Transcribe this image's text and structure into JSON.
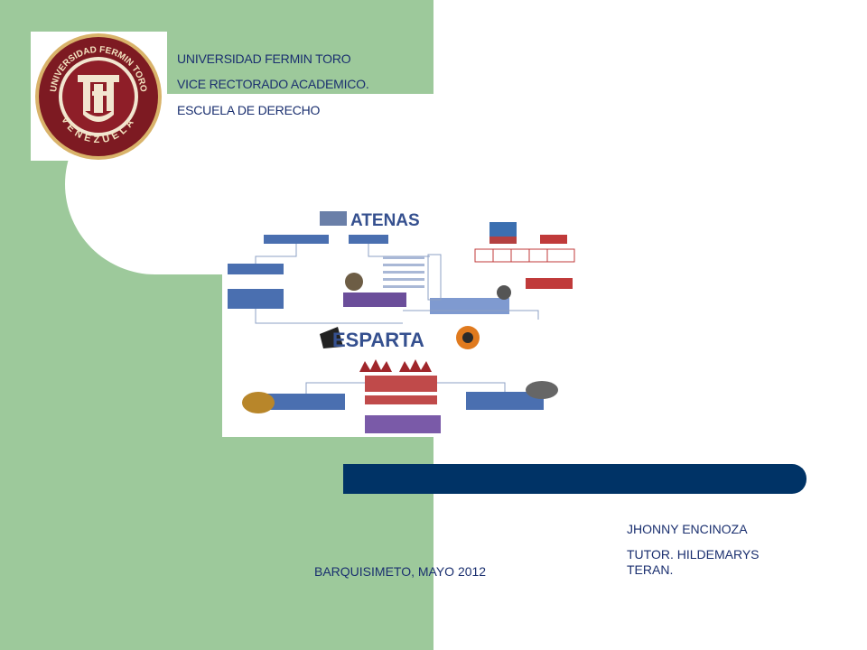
{
  "header": {
    "line1": "UNIVERSIDAD FERMIN TORO",
    "line2": "VICE RECTORADO ACADEMICO.",
    "line3": "ESCUELA DE DERECHO"
  },
  "logo": {
    "arc_text": "UNIVERSIDAD FERMIN TORO",
    "bottom_text": "VENEZUELA",
    "monogram": "UFT"
  },
  "concept_map": {
    "title_top": "ATENAS",
    "title_bottom": "ESPARTA"
  },
  "footer": {
    "city_date": "BARQUISIMETO, MAYO 2012",
    "author": "JHONNY ENCINOZA",
    "tutor_line1": "TUTOR.  HILDEMARYS",
    "tutor_line2": "TERAN."
  },
  "colors": {
    "panel_green": "#9dc99b",
    "bar_navy": "#003366",
    "text_navy": "#1a2f6f"
  }
}
